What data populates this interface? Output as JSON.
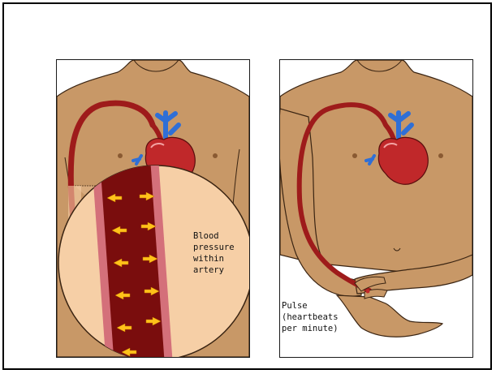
{
  "colors": {
    "skin": "#c89867",
    "skin_shadow": "#a87548",
    "outline": "#3a2412",
    "artery": "#9e1b1b",
    "artery_dark": "#6a0d0d",
    "vein": "#2f6fd6",
    "heart": "#c0282a",
    "magnifier": "#f6cfa6",
    "arrow": "#ffc21a"
  },
  "left_panel": {
    "label_lines": [
      "Blood",
      "pressure",
      "within",
      "artery"
    ],
    "icons": [
      "torso",
      "heart",
      "artery",
      "magnified-artery",
      "pressure-arrow"
    ]
  },
  "right_panel": {
    "label_lines": [
      "Pulse",
      "(heartbeats",
      "per minute)"
    ],
    "icons": [
      "torso",
      "heart",
      "arm",
      "hand",
      "artery"
    ]
  }
}
